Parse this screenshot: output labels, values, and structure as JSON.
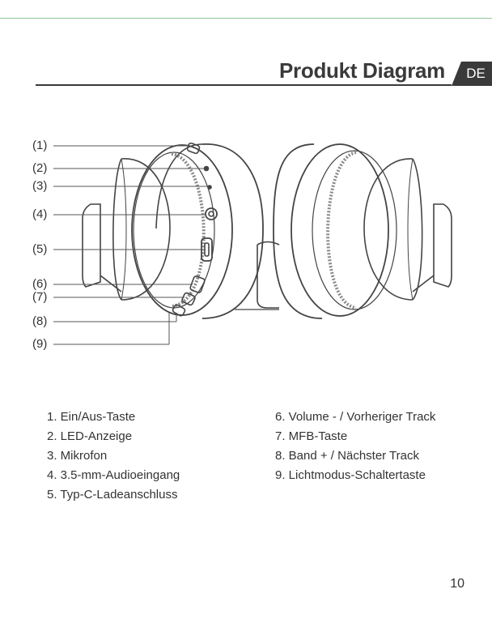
{
  "header": {
    "title": "Produkt Diagram",
    "lang": "DE"
  },
  "callouts": [
    "(1)",
    "(2)",
    "(3)",
    "(4)",
    "(5)",
    "(6)",
    "(7)",
    "(8)",
    "(9)"
  ],
  "legend": {
    "left": [
      "1. Ein/Aus-Taste",
      "2. LED-Anzeige",
      "3. Mikrofon",
      "4. 3.5-mm-Audioeingang",
      "5. Typ-C-Ladeanschluss"
    ],
    "right": [
      "6. Volume - / Vorheriger Track",
      "7. MFB-Taste",
      "8. Band + / Nächster Track",
      "9. Lichtmodus-Schaltertaste"
    ]
  },
  "page_number": "10"
}
